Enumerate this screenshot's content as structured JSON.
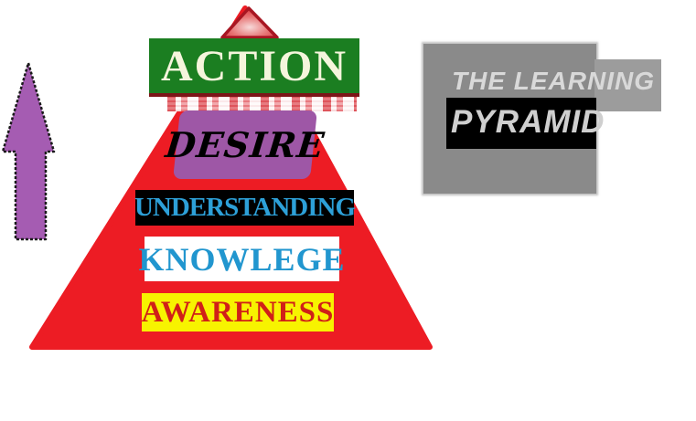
{
  "diagram": {
    "type": "learning-pyramid",
    "heading": {
      "line1": "THE LEARNING",
      "line2": "PYRAMID",
      "box_color": "#8a8a8a",
      "tab_color": "#9c9c9c",
      "black_bar_color": "#000000",
      "text_color": "#d9d9d9"
    },
    "pyramid": {
      "triangle_color": "#ed1c24",
      "apex_outline_color": "#a81622",
      "levels": [
        {
          "id": "action",
          "label": "ACTION",
          "bg": "#1b7e21",
          "text_color": "#f5f5dc"
        },
        {
          "id": "desire",
          "label": "DESIRE",
          "bg": "#9e57a6",
          "text_color": "#000000"
        },
        {
          "id": "understanding",
          "label": "UNDERSTANDING",
          "bg": "#000000",
          "text_color": "#2da0d8"
        },
        {
          "id": "knowlege",
          "label": "KNOWLEGE",
          "bg": "#ffffff",
          "text_color": "#2196cf"
        },
        {
          "id": "awareness",
          "label": "AWARENESS",
          "bg": "#f7f300",
          "text_color": "#d02018"
        }
      ]
    },
    "arrow": {
      "direction": "up",
      "color": "#a55cb2",
      "outline_color": "#1a1a1a"
    }
  }
}
